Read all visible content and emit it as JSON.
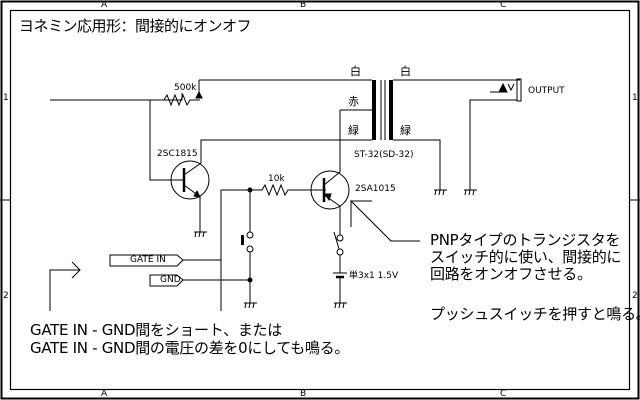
{
  "title": "ヨネミン応用形：間接的にオンオフ",
  "frame": {
    "column_labels": [
      "A",
      "B",
      "C"
    ],
    "row_labels": [
      "1",
      "2"
    ]
  },
  "components": {
    "potentiometer": {
      "value": "500k"
    },
    "transistor_npn": {
      "part": "2SC1815"
    },
    "resistor": {
      "value": "10k"
    },
    "transistor_pnp": {
      "part": "2SA1015"
    },
    "transformer": {
      "part": "ST-32(SD-32)",
      "primary_top": "白",
      "primary_mid": "赤",
      "primary_bottom": "緑",
      "secondary_top": "白",
      "secondary_bottom": "緑"
    },
    "output_jack": {
      "label": "OUTPUT"
    },
    "battery": {
      "label": "単3x1 1.5V"
    },
    "ports": {
      "gate_in": "GATE IN",
      "gnd": "GND"
    }
  },
  "notes": {
    "pnp_note": [
      "PNPタイプのトランジスタを",
      "スイッチ的に使い、間接的に",
      "回路をオンオフさせる。"
    ],
    "push_note": "プッシュスイッチを押すと鳴る。",
    "gate_note": [
      "GATE IN - GND間をショート、または",
      "GATE IN - GND間の電圧の差を0にしても鳴る。"
    ]
  }
}
